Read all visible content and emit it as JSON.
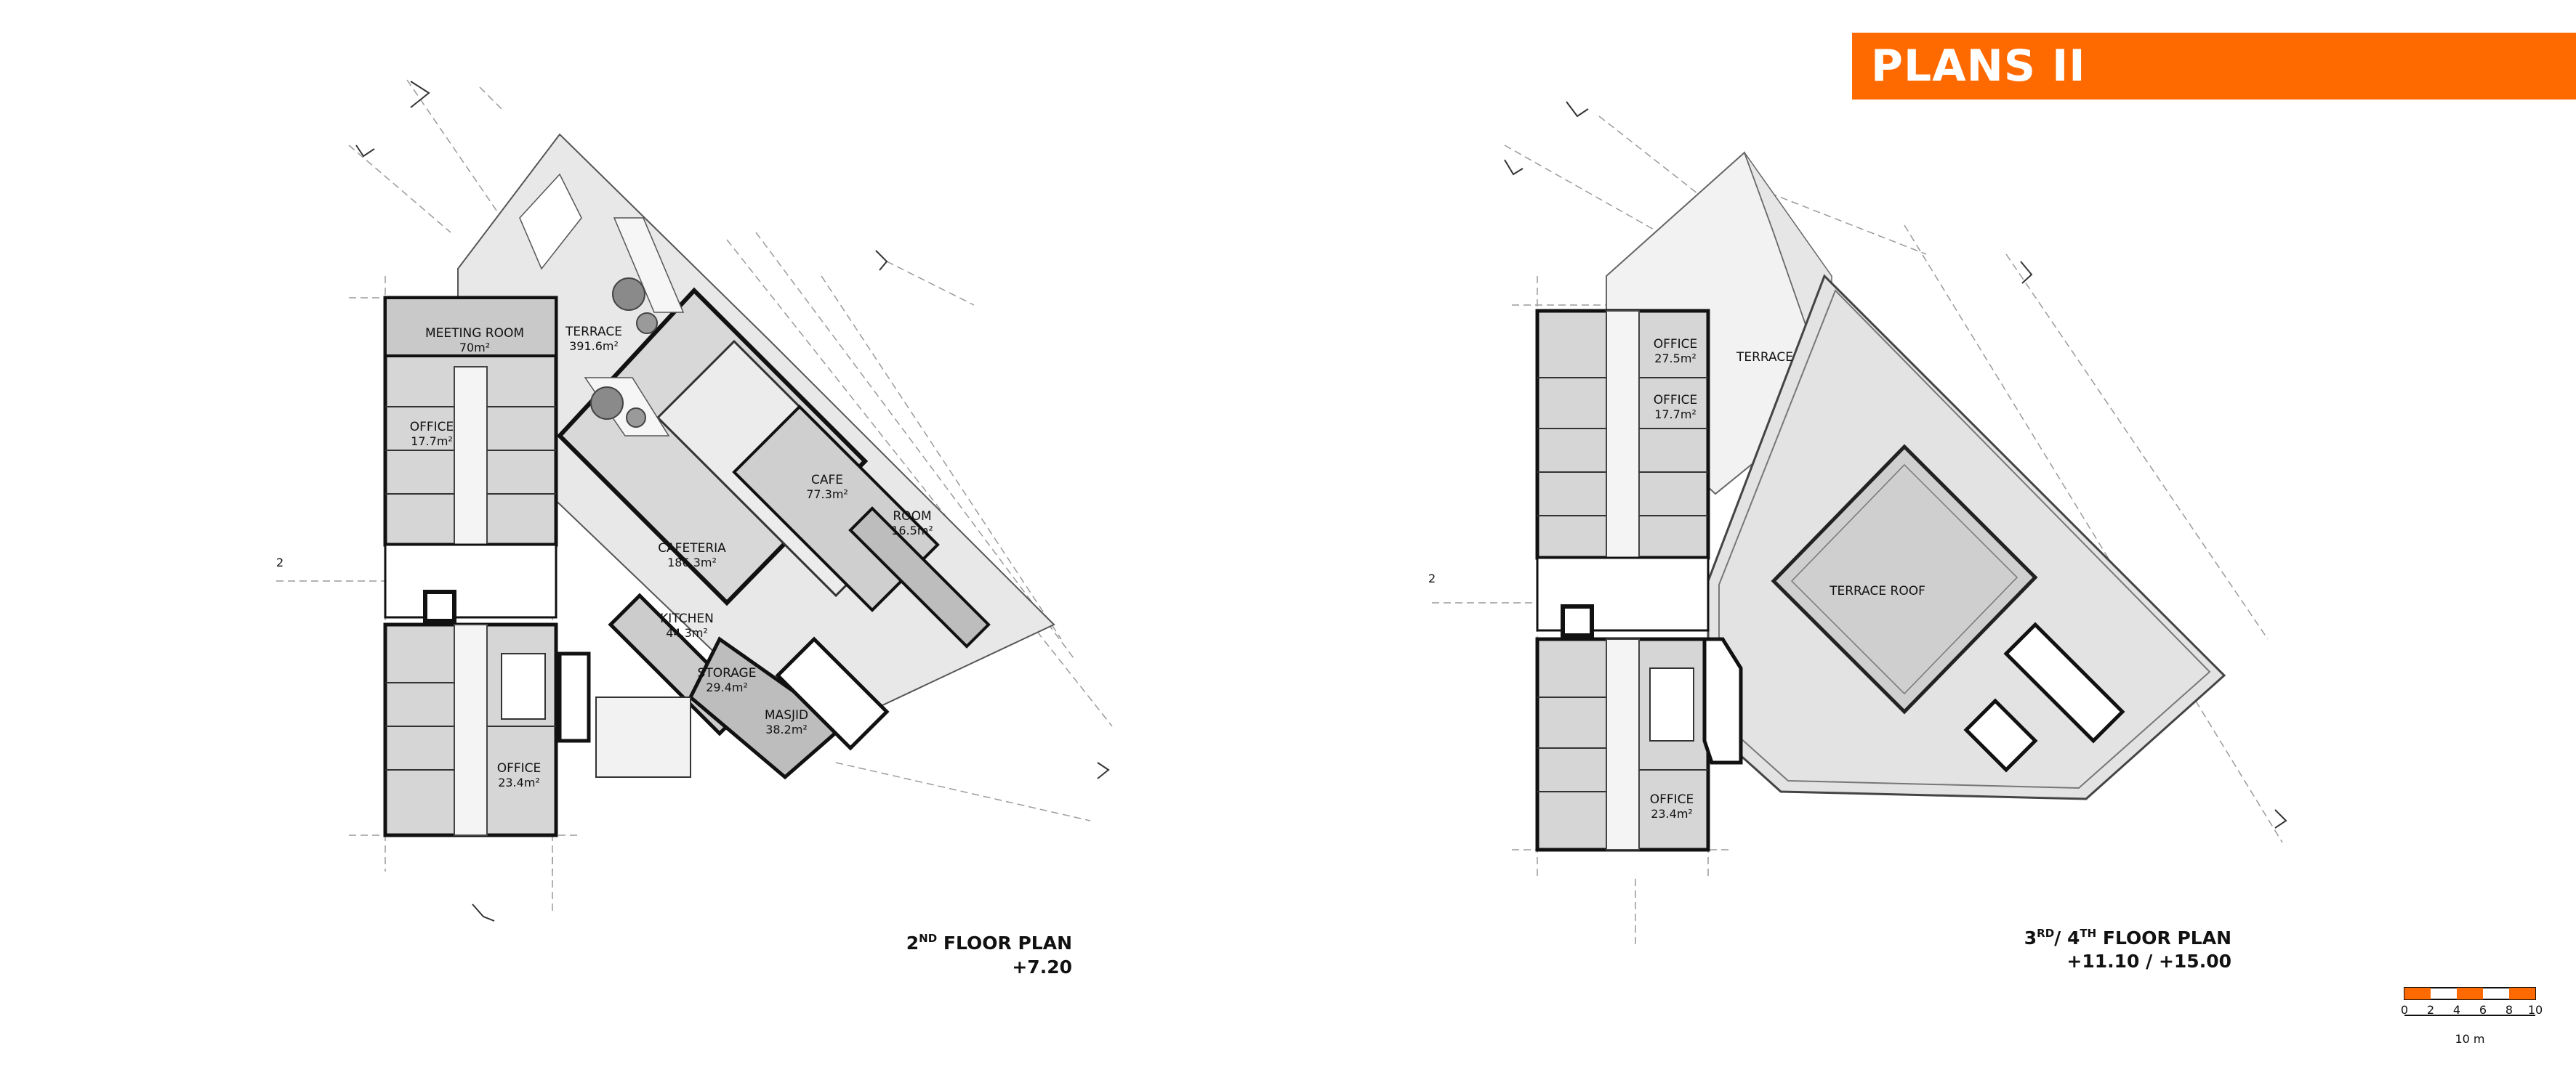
{
  "title": "PLANS II",
  "plan_left": {
    "caption_prefix": "2",
    "caption_sup": "ND",
    "caption_rest": " FLOOR PLAN",
    "level": "+7.20",
    "section_mark": "2",
    "rooms": [
      {
        "name": "MEETING ROOM",
        "area": "70m²"
      },
      {
        "name": "TERRACE",
        "area": "391.6m²"
      },
      {
        "name": "OFFICE",
        "area": "17.7m²"
      },
      {
        "name": "CAFE",
        "area": "77.3m²"
      },
      {
        "name": "ROOM",
        "area": "16.5m²"
      },
      {
        "name": "CAFETERIA",
        "area": "186.3m²"
      },
      {
        "name": "KITCHEN",
        "area": "44.3m²"
      },
      {
        "name": "STORAGE",
        "area": "29.4m²"
      },
      {
        "name": "MASJID",
        "area": "38.2m²"
      },
      {
        "name": "OFFICE",
        "area": "23.4m²"
      }
    ]
  },
  "plan_right": {
    "caption_prefix": "3",
    "caption_sup": "RD",
    "caption_rest": "/ 4",
    "caption_sup2": "TH",
    "caption_rest2": " FLOOR PLAN",
    "level": "+11.10 / +15.00",
    "section_mark": "2",
    "rooms": [
      {
        "name": "OFFICE",
        "area": "27.5m²"
      },
      {
        "name": "TERRACE",
        "area": ""
      },
      {
        "name": "OFFICE",
        "area": "17.7m²"
      },
      {
        "name": "TERRACE ROOF",
        "area": ""
      },
      {
        "name": "OFFICE",
        "area": "23.4m²"
      }
    ]
  },
  "scale_bar": {
    "ticks": [
      "0",
      "2",
      "4",
      "6",
      "8",
      "10"
    ],
    "unit": "10 m",
    "fill": "#ff6a00"
  }
}
